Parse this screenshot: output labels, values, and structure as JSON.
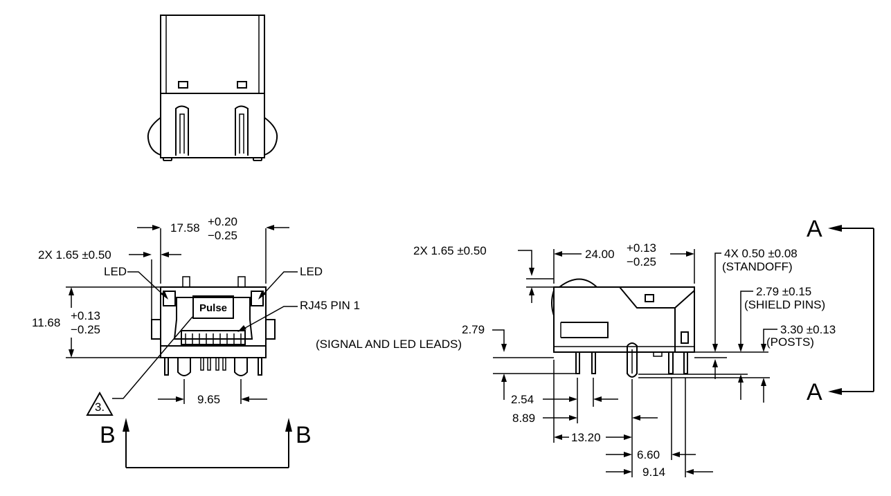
{
  "drawing": {
    "front_view": {
      "width_nominal": "17.58",
      "width_tol_plus": "+0.20",
      "width_tol_minus": "−0.25",
      "height_nominal": "11.68",
      "height_tol_plus": "+0.13",
      "height_tol_minus": "−0.25",
      "led_offset": "2X 1.65 ±0.50",
      "led_left": "LED",
      "led_right": "LED",
      "pin1_label": "RJ45 PIN 1",
      "note_ref": "3.",
      "logo": "Pulse",
      "pin_span": "9.65"
    },
    "section_b": {
      "left": "B",
      "right": "B"
    },
    "section_a": {
      "top": "A",
      "bottom": "A"
    },
    "side_view": {
      "length_nominal": "24.00",
      "length_tol_plus": "+0.13",
      "length_tol_minus": "−0.25",
      "led_offset": "2X 1.65 ±0.50",
      "standoff_value": "4X 0.50 ±0.08",
      "standoff_label": "(STANDOFF)",
      "shield_value": "2.79 ±0.15",
      "shield_label": "(SHIELD PINS)",
      "posts_value": "3.30 ±0.13",
      "posts_label": "(POSTS)",
      "signal_value": "2.79",
      "signal_label": "(SIGNAL AND LED LEADS)",
      "dim_254": "2.54",
      "dim_889": "8.89",
      "dim_1320": "13.20",
      "dim_660": "6.60",
      "dim_914": "9.14"
    }
  }
}
